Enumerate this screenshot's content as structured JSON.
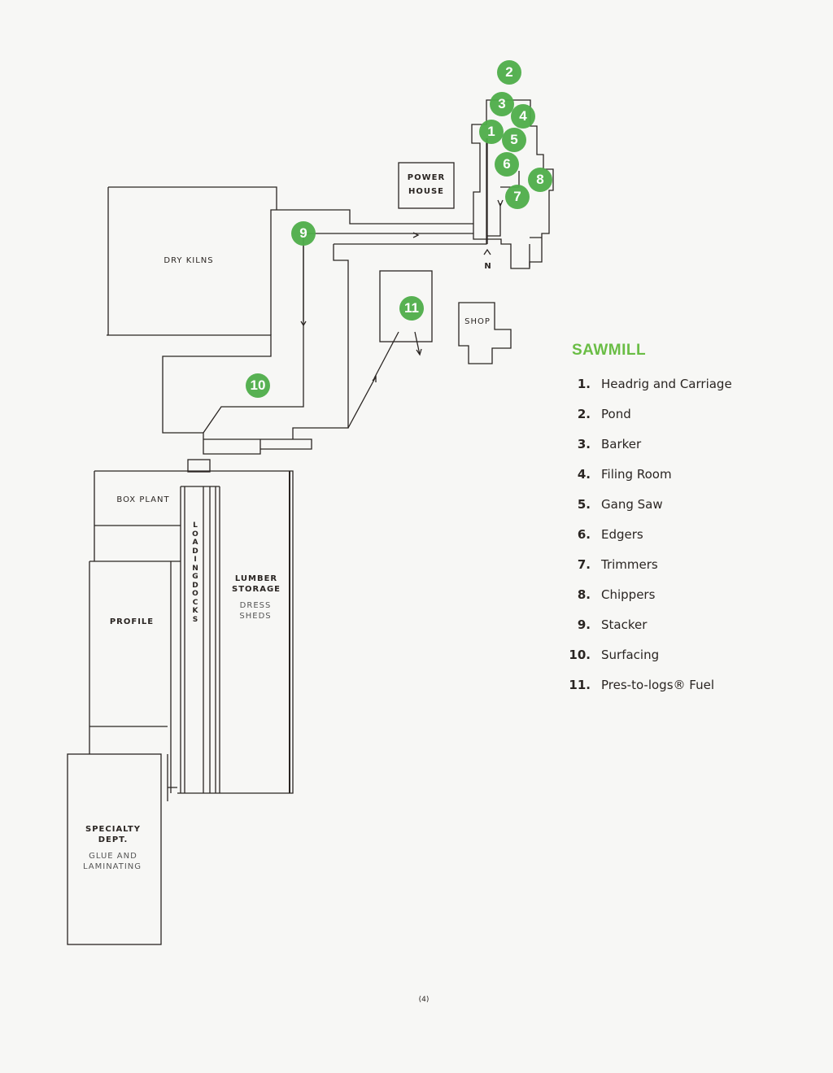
{
  "map": {
    "buildings": {
      "dry_kilns": "DRY KILNS",
      "power_house_1": "POWER",
      "power_house_2": "HOUSE",
      "shop": "SHOP",
      "box_plant": "BOX  PLANT",
      "loading_docks": "LOADING DOCKS",
      "lumber_storage_1": "LUMBER",
      "lumber_storage_2": "STORAGE",
      "dress_sheds_1": "DRESS",
      "dress_sheds_2": "SHEDS",
      "profile": "PROFILE",
      "specialty_1": "SPECIALTY",
      "specialty_2": "DEPT.",
      "glue_1": "GLUE AND",
      "glue_2": "LAMINATING"
    },
    "north": "N",
    "markers": [
      "1",
      "2",
      "3",
      "4",
      "5",
      "6",
      "7",
      "8",
      "9",
      "10",
      "11"
    ],
    "marker_color": "#4fae4a"
  },
  "legend": {
    "title": "SAWMILL",
    "title_color": "#6abd45",
    "items": [
      {
        "num": "1.",
        "label": "Headrig and Carriage"
      },
      {
        "num": "2.",
        "label": "Pond"
      },
      {
        "num": "3.",
        "label": "Barker"
      },
      {
        "num": "4.",
        "label": "Filing Room"
      },
      {
        "num": "5.",
        "label": "Gang Saw"
      },
      {
        "num": "6.",
        "label": "Edgers"
      },
      {
        "num": "7.",
        "label": "Trimmers"
      },
      {
        "num": "8.",
        "label": "Chippers"
      },
      {
        "num": "9.",
        "label": "Stacker"
      },
      {
        "num": "10.",
        "label": "Surfacing"
      },
      {
        "num": "11.",
        "label": "Pres-to-logs® Fuel"
      }
    ]
  },
  "page_number": "(4)"
}
